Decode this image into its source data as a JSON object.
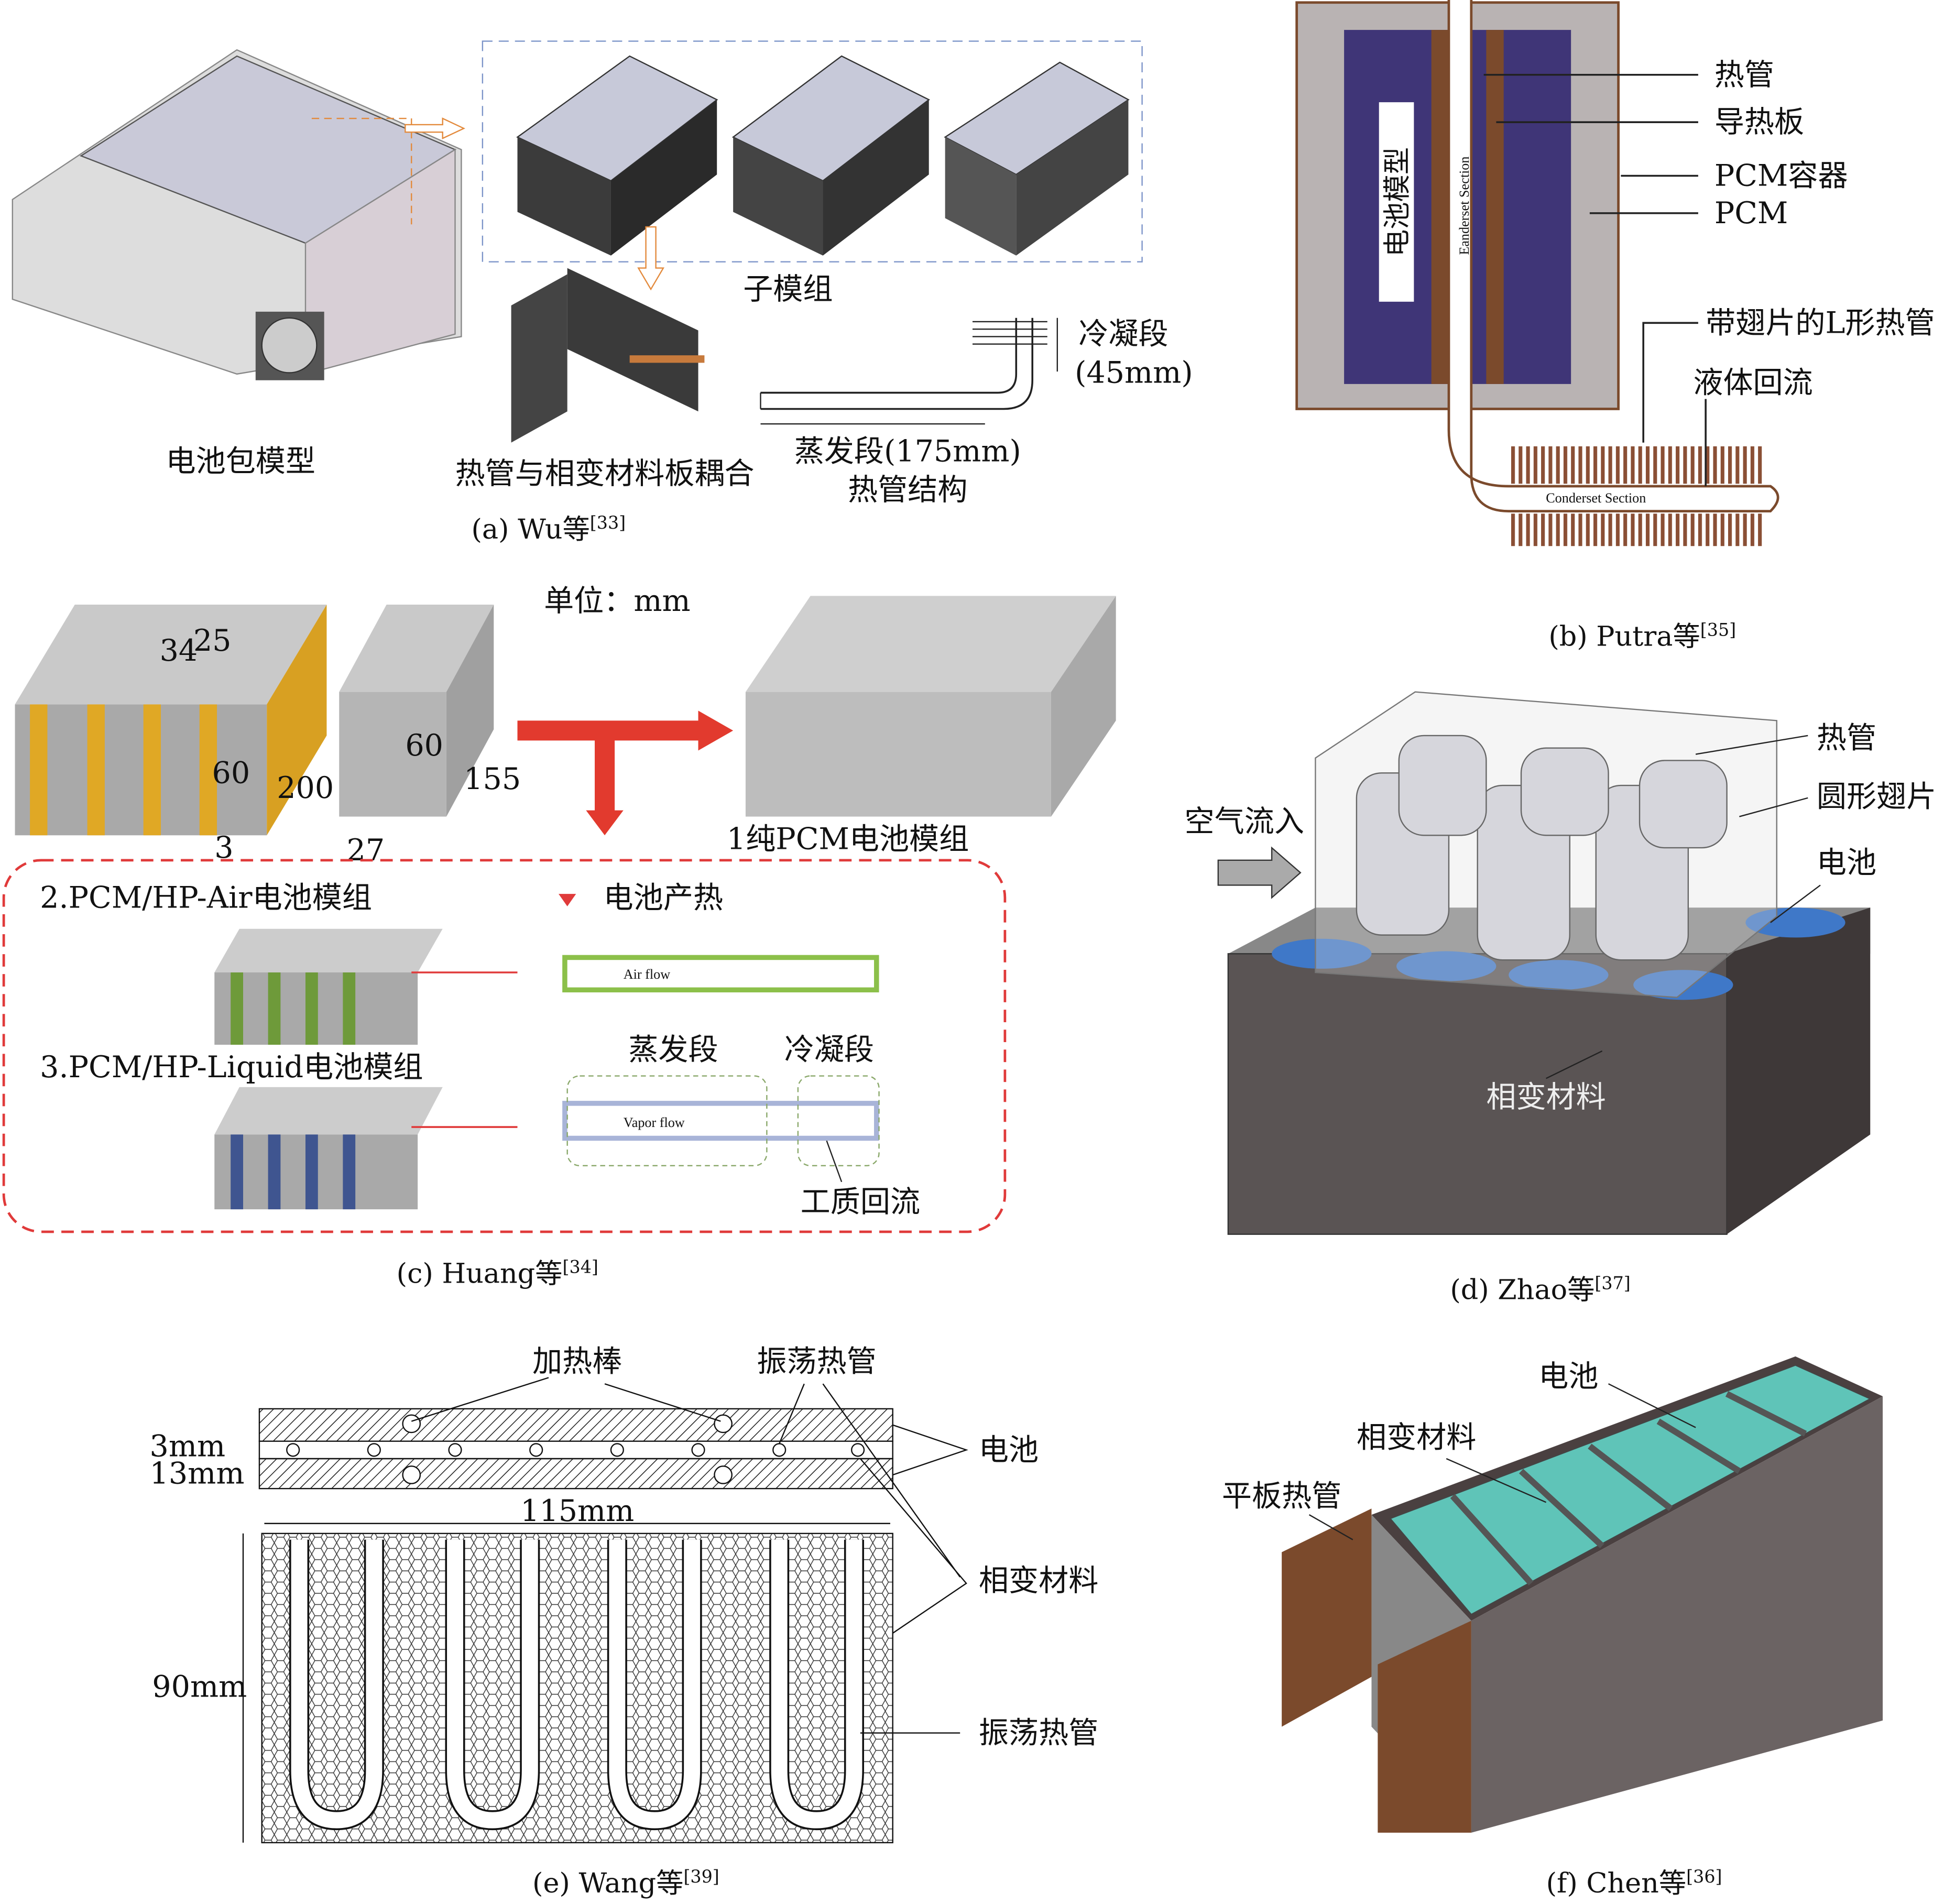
{
  "panel_a": {
    "pack_label": "电池包模型",
    "submodule_label": "子模组",
    "coupling_label": "热管与相变材料板耦合",
    "condenser_label": "冷凝段",
    "condenser_len": "(45mm)",
    "evaporator_label": "蒸发段(175mm)",
    "structure_label": "热管结构",
    "caption": "(a) Wu等",
    "ref": "[33]"
  },
  "panel_b": {
    "labels": [
      "热管",
      "导热板",
      "PCM容器",
      "PCM",
      "带翅片的L形热管",
      "液体回流"
    ],
    "battery_label": "电池模型",
    "evap_section": "Eanderset Section",
    "cond_section": "Conderset Section",
    "caption": "(b) Putra等",
    "ref": "[35]"
  },
  "panel_c": {
    "unit": "单位：mm",
    "dims": [
      "34",
      "25",
      "60",
      "200",
      "3",
      "60",
      "155",
      "27"
    ],
    "module1": "1纯PCM电池模组",
    "module2": "2.PCM/HP-Air电池模组",
    "module3": "3.PCM/HP-Liquid电池模组",
    "heat_legend": "电池产热",
    "air_flow": "Air flow",
    "vapor_flow": "Vapor flow",
    "evaporator": "蒸发段",
    "condenser": "冷凝段",
    "return_flow": "工质回流",
    "caption": "(c) Huang等",
    "ref": "[34]"
  },
  "panel_d": {
    "heat_pipe": "热管",
    "fins": "圆形翅片",
    "battery": "电池",
    "air_in": "空气流入",
    "pcm": "相变材料",
    "caption": "(d) Zhao等",
    "ref": "[37]"
  },
  "panel_e": {
    "heater": "加热棒",
    "ohp_top": "振荡热管",
    "dim_3": "3mm",
    "dim_13": "13mm",
    "battery": "电池",
    "dim_115": "115mm",
    "pcm": "相变材料",
    "dim_90": "90mm",
    "ohp": "振荡热管",
    "caption": "(e) Wang等",
    "ref": "[39]"
  },
  "panel_f": {
    "battery": "电池",
    "pcm": "相变材料",
    "flat_hp": "平板热管",
    "caption": "(f) Chen等",
    "ref": "[36]"
  },
  "colors": {
    "battery_blue": "#3f3577",
    "copper": "#7b4a2c",
    "pcm_gray": "#b9b3b3",
    "red": "#d42a2a",
    "teal": "#5fc4b8",
    "gold": "#d9a12a"
  }
}
